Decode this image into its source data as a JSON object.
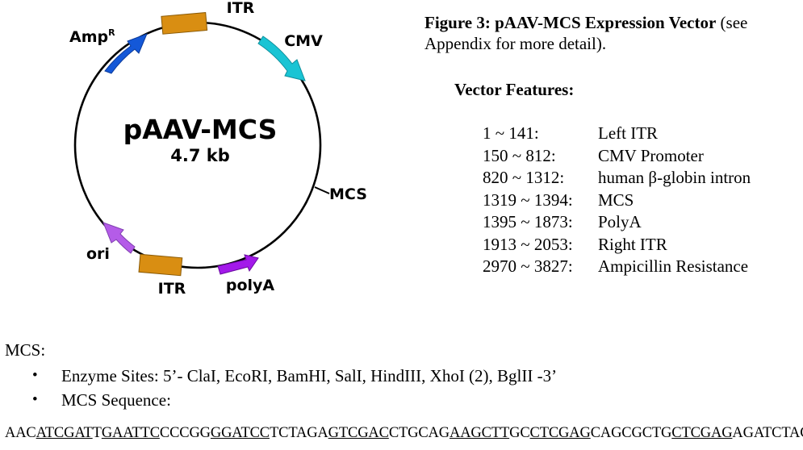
{
  "plasmid": {
    "name": "pAAV-MCS",
    "size": "4.7 kb",
    "labels": {
      "itr_top": "ITR",
      "cmv": "CMV",
      "amp": "Amp",
      "amp_sup": "R",
      "mcs": "MCS",
      "ori": "ori",
      "itr_bottom": "ITR",
      "polya": "polyA"
    },
    "colors": {
      "itr": "#d98e12",
      "cmv": "#19c4d4",
      "amp": "#1458d8",
      "ori": "#b45ce8",
      "polya": "#a319ea",
      "backbone": "#000000"
    }
  },
  "figure": {
    "caption_bold": "Figure 3: pAAV-MCS Expression Vector",
    "caption_rest": " (see Appendix for more detail)."
  },
  "features": {
    "heading": "Vector Features:",
    "rows": [
      {
        "range": "1 ~ 141:",
        "name": "Left ITR"
      },
      {
        "range": "150 ~ 812:",
        "name": "CMV Promoter"
      },
      {
        "range": "820 ~ 1312:",
        "name": "human β-globin intron"
      },
      {
        "range": "1319 ~ 1394:",
        "name": "MCS"
      },
      {
        "range": "1395 ~ 1873:",
        "name": "PolyA"
      },
      {
        "range": "1913 ~ 2053:",
        "name": "Right ITR"
      },
      {
        "range": "2970 ~ 3827:",
        "name": "Ampicillin Resistance"
      }
    ]
  },
  "mcs": {
    "heading": "MCS:",
    "bullets": [
      "Enzyme Sites: 5’- ClaI, EcoRI, BamHI, SalI, HindIII, XhoI (2), BglII -3’",
      "MCS Sequence:"
    ],
    "bullet_symbol": "•",
    "sequence": [
      {
        "text": "AAC",
        "underline": false
      },
      {
        "text": "ATCGAT",
        "underline": true
      },
      {
        "text": "T",
        "underline": false
      },
      {
        "text": "GAATTC",
        "underline": true
      },
      {
        "text": "CCCGG",
        "underline": false
      },
      {
        "text": "GGATCC",
        "underline": true
      },
      {
        "text": "TCTAGA",
        "underline": false
      },
      {
        "text": "GTCGAC",
        "underline": true
      },
      {
        "text": "CTGCAG",
        "underline": false
      },
      {
        "text": "AAGCTT",
        "underline": true
      },
      {
        "text": "GC",
        "underline": false
      },
      {
        "text": "CTCGAG",
        "underline": true
      },
      {
        "text": "CAGCGCTG",
        "underline": false
      },
      {
        "text": "CTCGAG",
        "underline": true
      },
      {
        "text": "AGATCTACG",
        "underline": false
      }
    ]
  }
}
